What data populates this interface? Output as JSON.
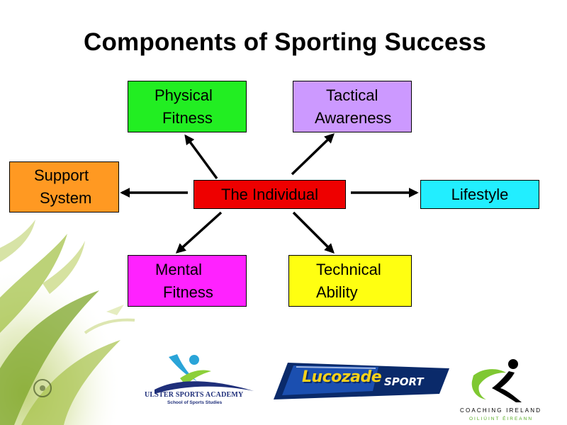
{
  "title": "Components of Sporting Success",
  "diagram": {
    "center": {
      "label": "The Individual",
      "color": "#ee0000"
    },
    "components": [
      {
        "id": "physical",
        "line1": "Physical",
        "line2": "Fitness",
        "color": "#22ee22"
      },
      {
        "id": "tactical",
        "line1": "Tactical",
        "line2": "Awareness",
        "color": "#cc99ff"
      },
      {
        "id": "support",
        "line1": "Support",
        "line2": "System",
        "color": "#ff9922"
      },
      {
        "id": "lifestyle",
        "line1": "Lifestyle",
        "color": "#22eeff"
      },
      {
        "id": "mental",
        "line1": "Mental",
        "line2": "Fitness",
        "color": "#ff22ff"
      },
      {
        "id": "technical",
        "line1": "Technical",
        "line2": "Ability",
        "color": "#ffff11"
      }
    ]
  },
  "logos": {
    "ulster": {
      "name": "ULSTER SPORTS ACADEMY",
      "subtitle": "School of Sports Studies"
    },
    "lucozade": {
      "word": "Lucozade",
      "sport": "SPORT"
    },
    "coaching_ireland": {
      "name": "COACHING IRELAND",
      "irish": "OILIÚINT ÉIREANN"
    }
  }
}
